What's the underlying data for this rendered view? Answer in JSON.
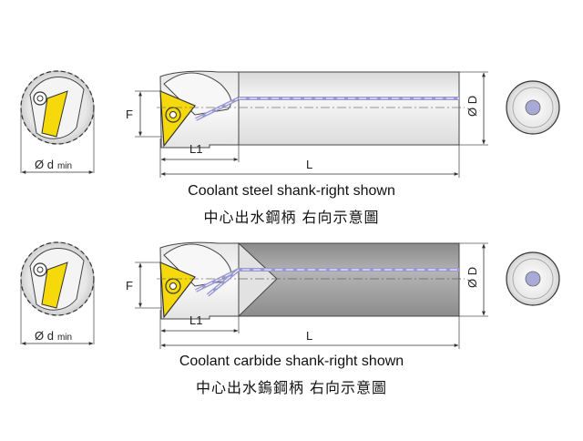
{
  "panels": [
    {
      "id": "steel",
      "shank_color": "#e9e9e9",
      "dims": {
        "L": "L",
        "L1": "L1",
        "F": "F",
        "D": "Ø D",
        "d": "Ø d",
        "d_min": "min"
      },
      "caption_en": "Coolant steel shank-right shown",
      "caption_zh": "中心出水鋼柄  右向示意圖"
    },
    {
      "id": "carbide",
      "shank_color": "#9e9e9e",
      "dims": {
        "L": "L",
        "L1": "L1",
        "F": "F",
        "D": "Ø D",
        "d": "Ø d",
        "d_min": "min"
      },
      "caption_en": "Coolant carbide shank-right shown",
      "caption_zh": "中心出水鎢鋼柄  右向示意圖"
    }
  ],
  "colors": {
    "insert": "#f5d90a",
    "outline": "#333333",
    "coolant": "#8a8ac8",
    "body": "#f2f2f2"
  }
}
